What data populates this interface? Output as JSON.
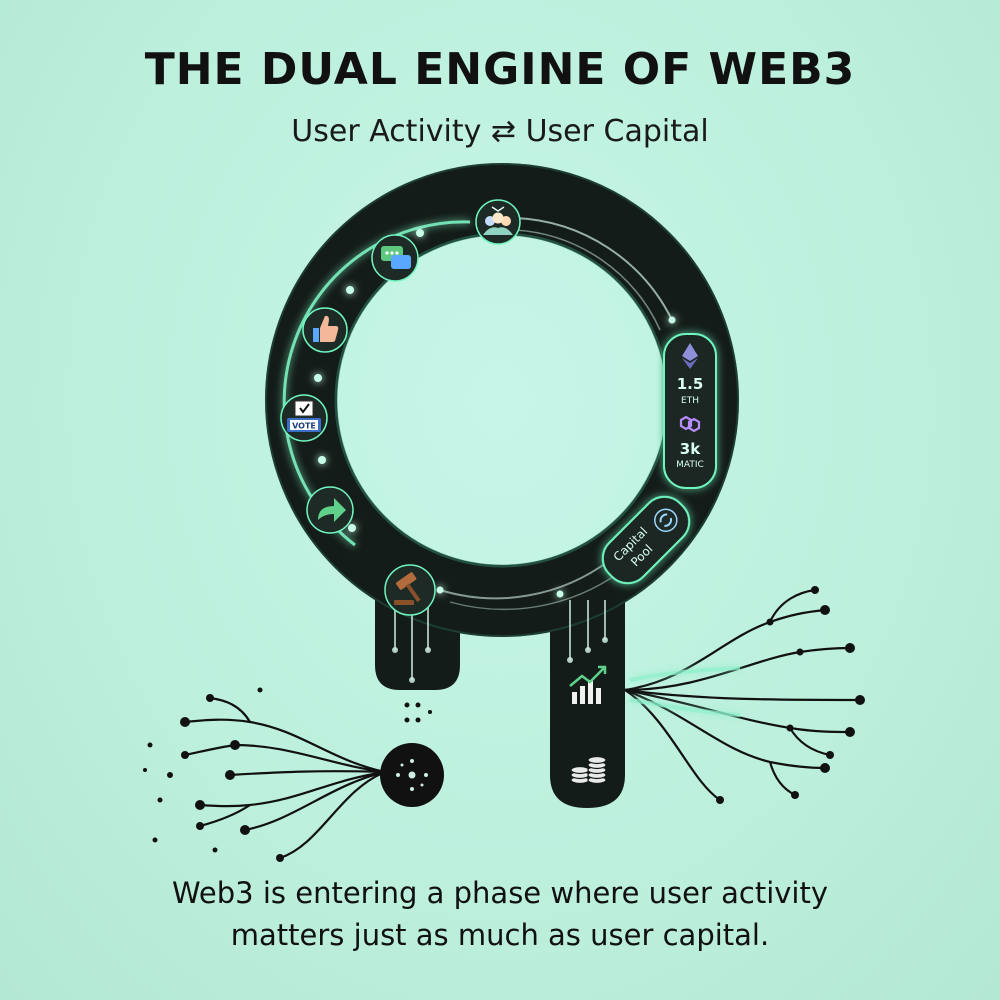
{
  "header": {
    "title": "THE DUAL ENGINE OF WEB3",
    "subtitle": "User Activity ⇄ User Capital"
  },
  "activity_icons": [
    {
      "name": "community-icon"
    },
    {
      "name": "chat-icon"
    },
    {
      "name": "like-icon"
    },
    {
      "name": "vote-icon",
      "label": "VOTE"
    },
    {
      "name": "share-icon"
    },
    {
      "name": "governance-gavel-icon"
    }
  ],
  "capital_panel": {
    "eth_amount": "1.5",
    "eth_unit": "ETH",
    "matic_amount": "3k",
    "matic_unit": "MATIC",
    "pool_line1": "Capital",
    "pool_line2": "Pool"
  },
  "caption": {
    "line1": "Web3 is entering a phase where user activity",
    "line2": "matters just as much as user capital."
  },
  "colors": {
    "background": "#bff3e2",
    "ring": "#141c19",
    "glow": "#6ff5c0",
    "trace": "#cfeee2"
  }
}
